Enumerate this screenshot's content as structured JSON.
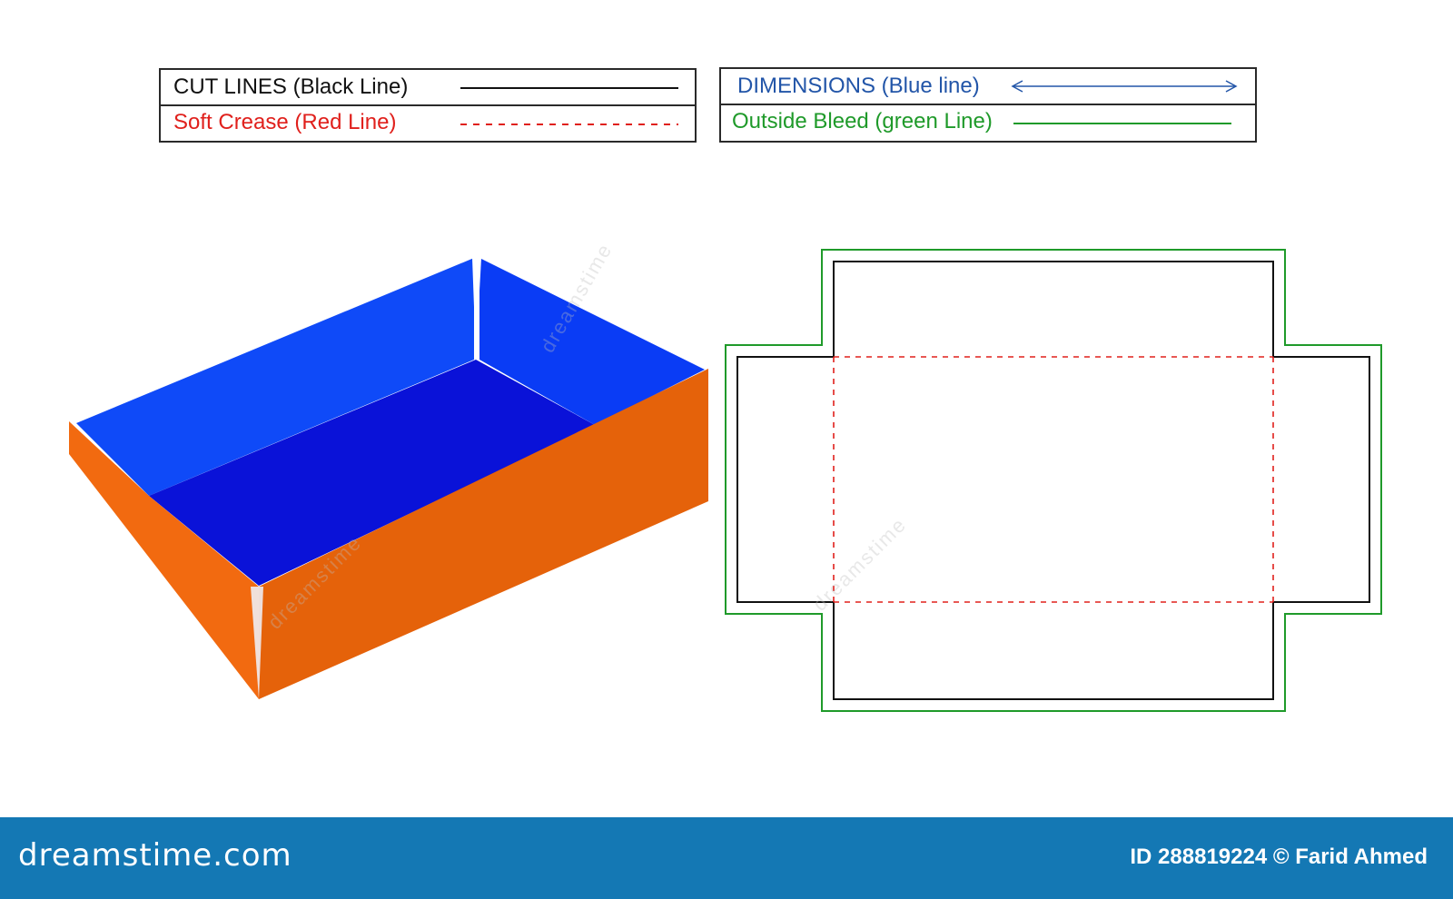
{
  "legend": {
    "cut_lines": {
      "label": "CUT LINES (Black Line)",
      "color": "#111111"
    },
    "soft_crease": {
      "label": "Soft Crease (Red Line)",
      "color": "#e0201c"
    },
    "dimensions": {
      "label": "DIMENSIONS (Blue line)",
      "color": "#2255a8"
    },
    "outside_bleed": {
      "label": "Outside Bleed (green Line)",
      "color": "#1f9a2a"
    }
  },
  "box_render": {
    "outer_color": "#e8680a",
    "inner_wall_color": "#0a3cf5",
    "floor_color": "#0a12d8"
  },
  "footer": {
    "logo": "dreamstime.com",
    "credit": "ID 288819224 © Farid Ahmed",
    "background": "#1478b4"
  },
  "watermark": {
    "text": "dreamstime"
  }
}
